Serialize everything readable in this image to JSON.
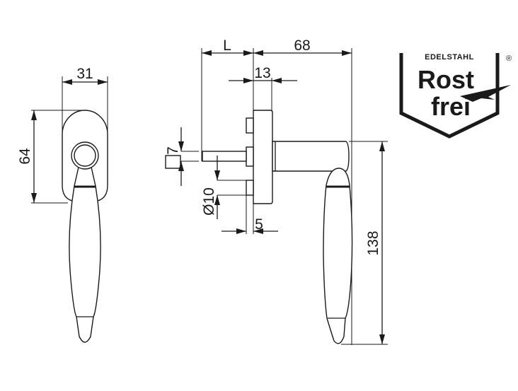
{
  "dimensions": {
    "width_rosette": "31",
    "height_rosette": "64",
    "spindle_length": "L",
    "projection": "68",
    "rosette_depth": "13",
    "spindle_square": "7",
    "pin_diameter": "Ø10",
    "pin_length": "5",
    "handle_length": "138"
  },
  "logo": {
    "top_text": "EDELSTAHL",
    "registered": "®",
    "line1": "Rost",
    "line2": "frei"
  },
  "colors": {
    "line": "#1a1a1a",
    "background": "#ffffff"
  }
}
